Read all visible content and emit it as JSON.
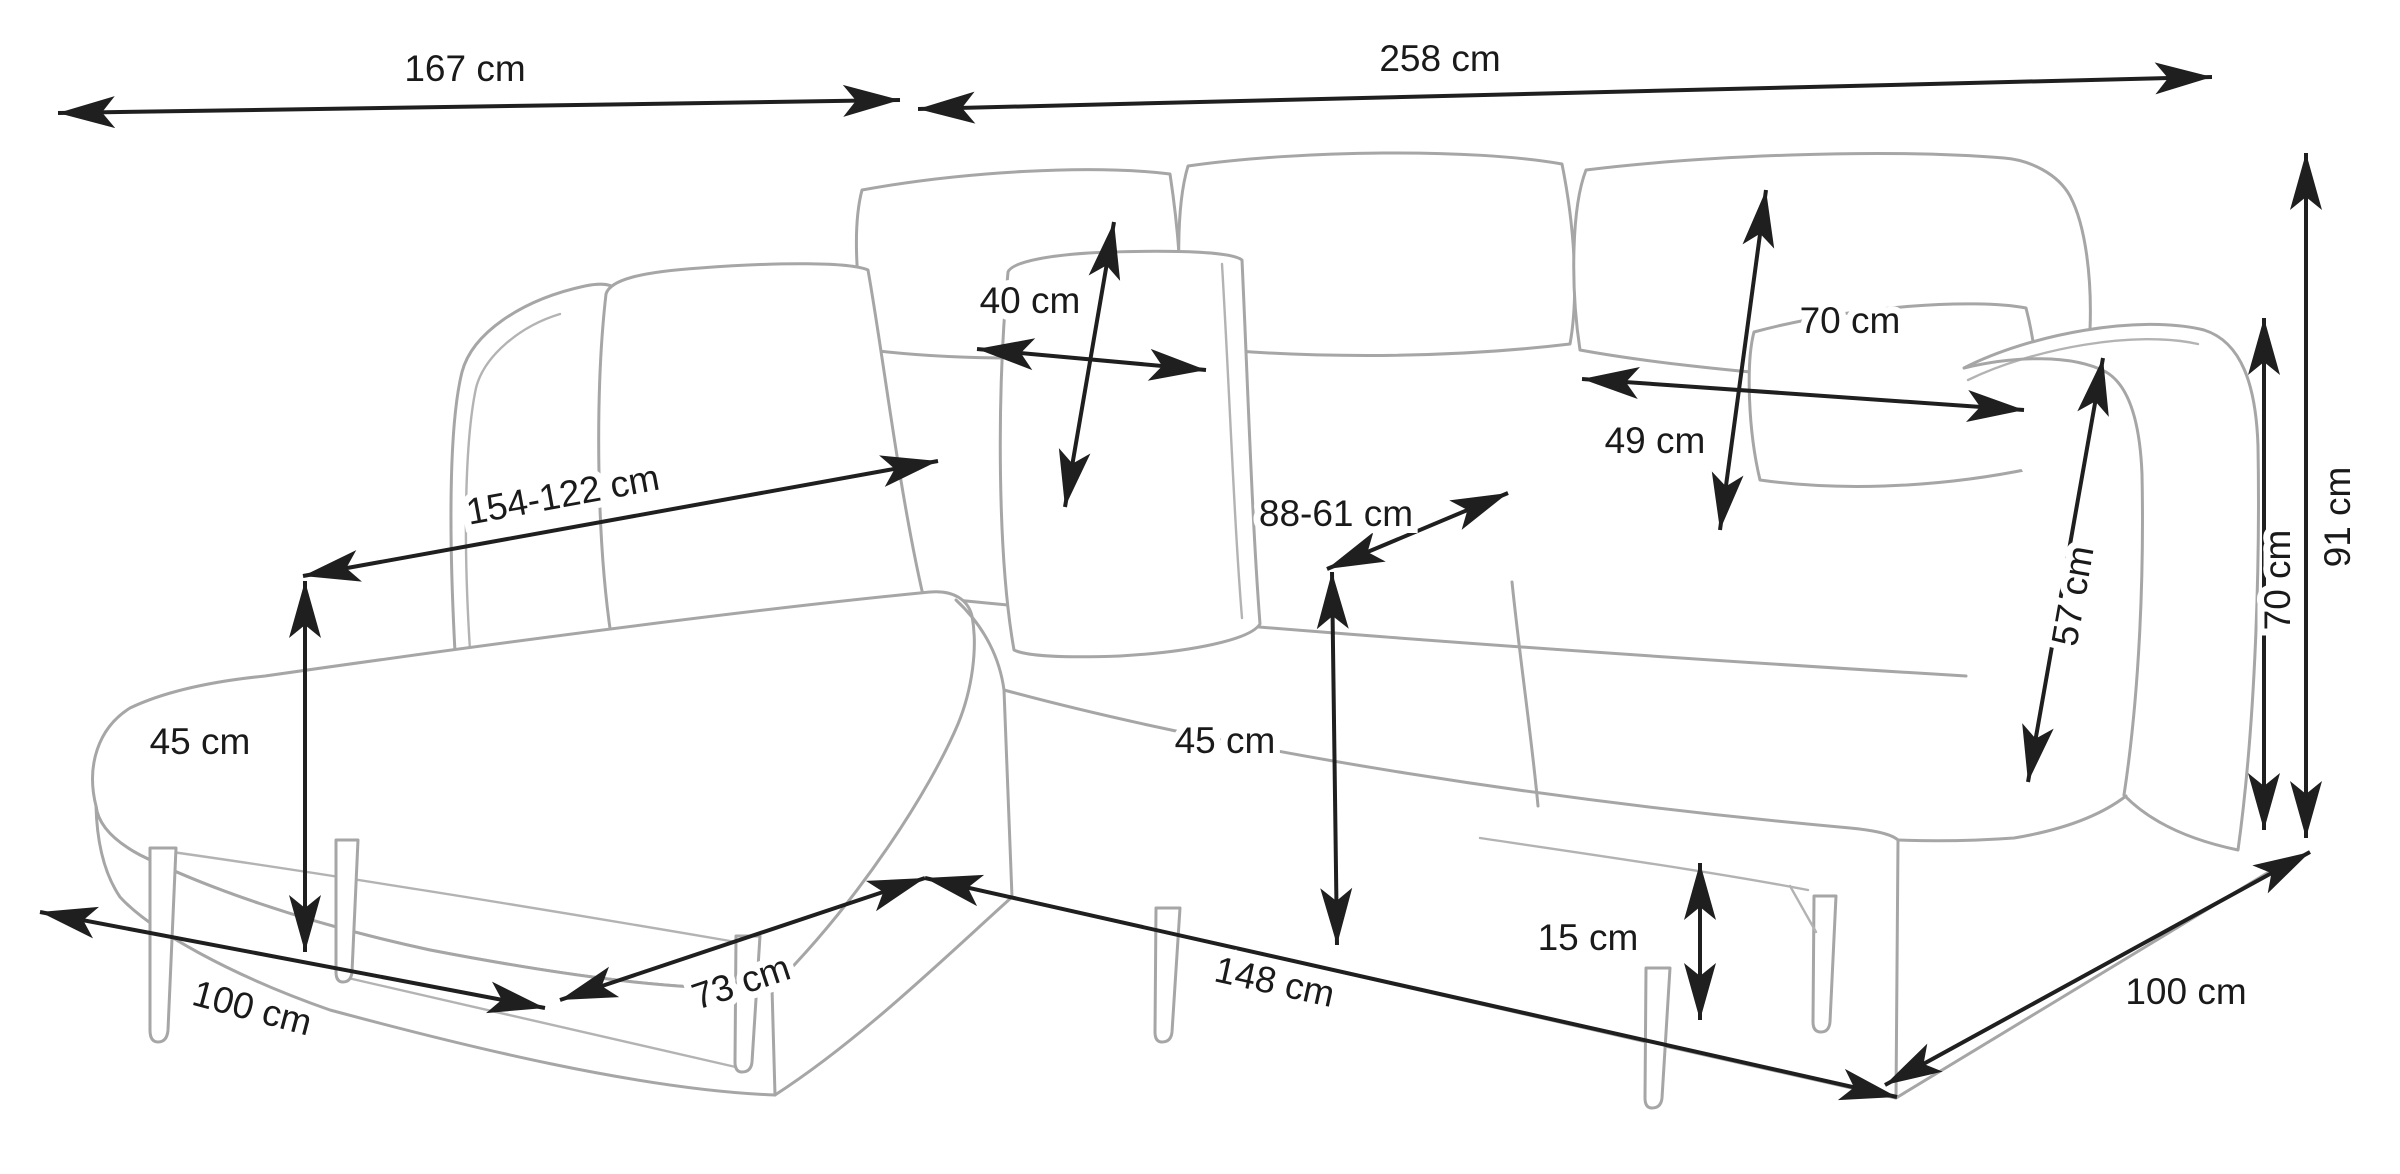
{
  "diagram": {
    "subject": "corner-sofa-dimension-drawing",
    "unit": "cm",
    "background_color": "#ffffff",
    "dimension_color": "#1f1f1f",
    "sofa_outline_color": "#a6a6a6",
    "labels": {
      "chaise_total_width": "167 cm",
      "sofa_total_width": "258 cm",
      "small_cushion_width": "40 cm",
      "back_cushion_height": "49 cm",
      "back_cushion_width": "70 cm",
      "chaise_seat_depth_range": "154-122 cm",
      "seat_depth_range": "88-61 cm",
      "seat_height_left": "45 cm",
      "seat_height_mid": "45 cm",
      "armrest_height": "57 cm",
      "arm_outer_height": "70 cm",
      "total_height": "91 cm",
      "chaise_side_depth": "100 cm",
      "corner_segment_width": "73 cm",
      "front_segment_width": "148 cm",
      "leg_height": "15 cm",
      "right_side_depth": "100 cm"
    }
  }
}
